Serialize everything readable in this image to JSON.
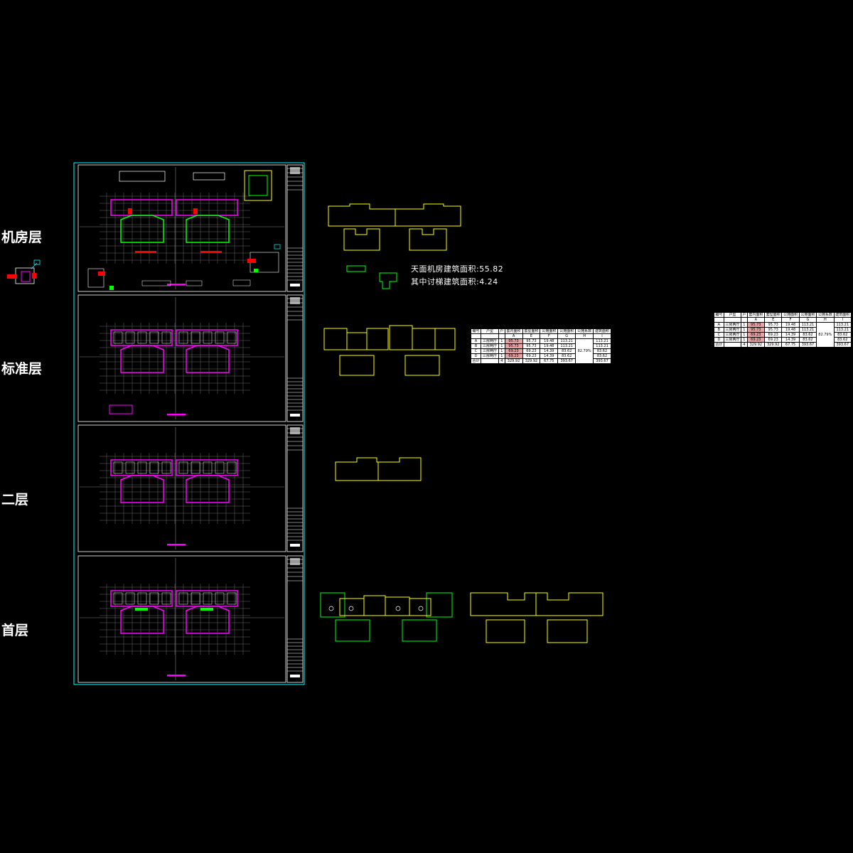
{
  "floor_labels": {
    "machine_room": "机房层",
    "standard": "标准层",
    "second": "二层",
    "ground": "首层"
  },
  "notes": {
    "roof_area_label": "天面机房建筑面积:",
    "roof_area_value": "55.82",
    "included_label": "其中讨梯建筑面积:",
    "included_value": "4.24"
  },
  "area_table": {
    "headers": [
      "编号",
      "户型",
      "户",
      "套内面积",
      "套型面积",
      "公摊面积",
      "公摊面积",
      "公摊系数",
      "建筑面积"
    ],
    "subheaders": [
      "",
      "",
      "",
      "A",
      "E",
      "F",
      "G",
      "H",
      "I"
    ],
    "rows": [
      [
        "A",
        "三房两厅",
        "1",
        "95.73",
        "95.73",
        "19.48",
        "113.21",
        "",
        "113.21"
      ],
      [
        "B",
        "三房两厅",
        "1",
        "95.73",
        "95.73",
        "19.48",
        "113.21",
        "",
        "113.21"
      ],
      [
        "C",
        "三房两厅",
        "1",
        "69.23",
        "69.23",
        "14.39",
        "83.62",
        "",
        "83.62"
      ],
      [
        "D",
        "三房两厅",
        "1",
        "69.23",
        "69.23",
        "14.39",
        "83.62",
        "",
        "83.62"
      ],
      [
        "合计",
        "",
        "4",
        "329.92",
        "329.92",
        "67.75",
        "393.67",
        "",
        "393.67"
      ]
    ],
    "merged_ratio": "82.79%"
  },
  "colors": {
    "background": "#000000",
    "frame": "#00ffff",
    "wall": "#ff00ff",
    "outline": "#ffff00",
    "green": "#00ff00",
    "red": "#ff0000",
    "grid": "#808080"
  }
}
